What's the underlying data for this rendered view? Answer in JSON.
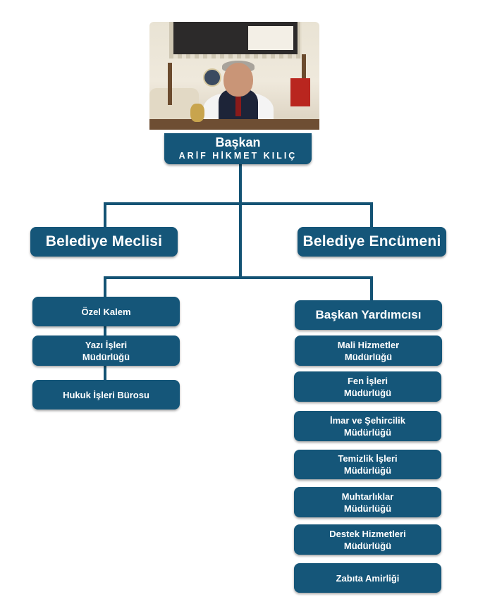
{
  "chart": {
    "head": {
      "title": "Başkan",
      "name": "ARİF HİKMET KILIÇ"
    },
    "level1": {
      "left": "Belediye Meclisi",
      "right": "Belediye Encümeni"
    },
    "left_branch": [
      {
        "label": "Özel Kalem"
      },
      {
        "label": "Yazı İşleri\nMüdürlüğü"
      },
      {
        "label": "Hukuk İşleri Bürosu"
      }
    ],
    "right_branch": {
      "head": "Başkan Yardımcısı",
      "items": [
        {
          "label": "Mali Hizmetler\nMüdürlüğü"
        },
        {
          "label": "Fen İşleri\nMüdürlüğü"
        },
        {
          "label": "İmar ve Şehircilik\nMüdürlüğü"
        },
        {
          "label": "Temizlik İşleri\nMüdürlüğü"
        },
        {
          "label": "Muhtarlıklar\nMüdürlüğü"
        },
        {
          "label": "Destek Hizmetleri\nMüdürlüğü"
        },
        {
          "label": "Zabıta Amirliği"
        }
      ]
    }
  },
  "colors": {
    "box": "#155679",
    "line": "#145374",
    "text": "#ffffff"
  }
}
